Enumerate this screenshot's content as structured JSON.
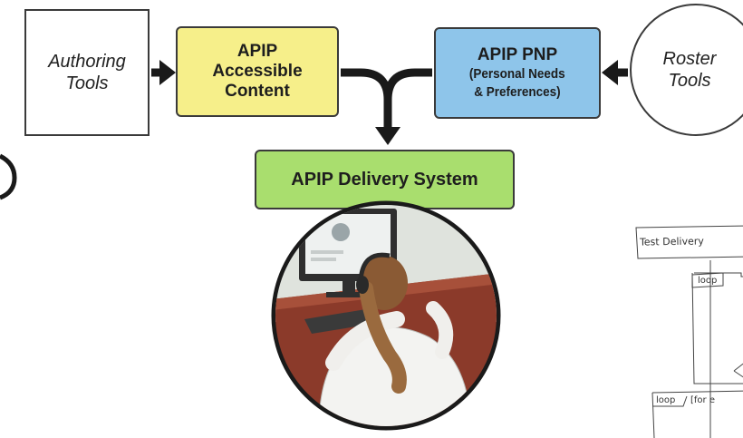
{
  "diagram": {
    "authoring_tools": {
      "line1": "Authoring",
      "line2": "Tools"
    },
    "accessible_content": {
      "line1": "APIP",
      "line2": "Accessible",
      "line3": "Content"
    },
    "pnp": {
      "line1": "APIP PNP",
      "line2": "(Personal Needs",
      "line3": "& Preferences)"
    },
    "roster_tools": {
      "line1": "Roster",
      "line2": "Tools"
    },
    "delivery_system": {
      "label": "APIP Delivery System"
    },
    "illustration": "person-at-computer-with-headphones"
  },
  "sketch": {
    "title": "Test Delivery ",
    "loop1": "loop",
    "loop2": "loop",
    "loop2_text": "[for e"
  },
  "colors": {
    "content_box": "#f6ef8a",
    "pnp_box": "#8ec5ea",
    "delivery_box": "#a9de6e",
    "arrows": "#1a1a1a"
  }
}
